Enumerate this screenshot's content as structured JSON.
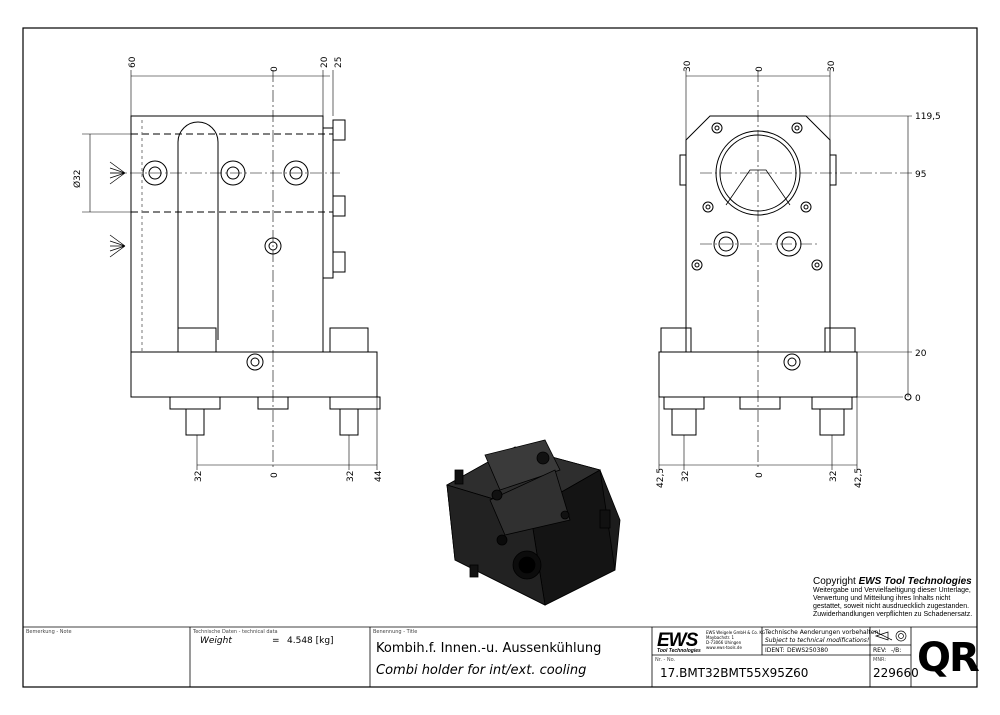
{
  "dimensions": {
    "front_top": [
      "60",
      "0",
      "20",
      "25"
    ],
    "front_bottom": [
      "32",
      "0",
      "32",
      "44"
    ],
    "side_top": [
      "30",
      "0",
      "30"
    ],
    "side_bottom": [
      "42,5",
      "32",
      "0",
      "32",
      "42,5"
    ],
    "diameter": "Ø32",
    "side_right": [
      "119,5",
      "95",
      "20",
      "0"
    ]
  },
  "copyright": {
    "line1_prefix": "Copyright ",
    "line1_brand": "EWS Tool Technologies",
    "lines": [
      "Weitergabe und Vervielfaeltigung dieser Unterlage,",
      "Verwertung und Mitteilung ihres Inhalts nicht",
      "gestattet, soweit nicht ausdruecklich zugestanden.",
      "Zuwiderhandlungen verpflichten zu Schadenersatz."
    ]
  },
  "title_block": {
    "note_label": "Bemerkung - Note",
    "tech_label": "Technische Daten - technical data",
    "weight_label": "Weight",
    "weight_eq": "=",
    "weight_value": "4.548 [kg]",
    "name_label": "Benennung - Title",
    "title_de": "Kombih.f. Innen.-u. Aussenkühlung",
    "title_en": "Combi holder for int/ext. cooling",
    "logo": "EWS",
    "logo_sub": "Tool Technologies",
    "company_lines": [
      "EWS Weigele GmbH & Co. KG",
      "Maybachstr. 1",
      "D-73066 Uhingen",
      "www.ews-tools.de"
    ],
    "change_de": "Technische Aenderungen vorbehalten!",
    "change_en": "Subject to technical modifications!",
    "ident_label": "IDENT:",
    "ident_value": "DEWS250380",
    "rev_label": "REV:",
    "rev_value": "-/B:",
    "nr_label": "Nr. - No.",
    "part_number": "17.BMT32BMT55X95Z60",
    "mnr_label": "MNR:",
    "mnr_value": "229660",
    "qr": "QR"
  }
}
